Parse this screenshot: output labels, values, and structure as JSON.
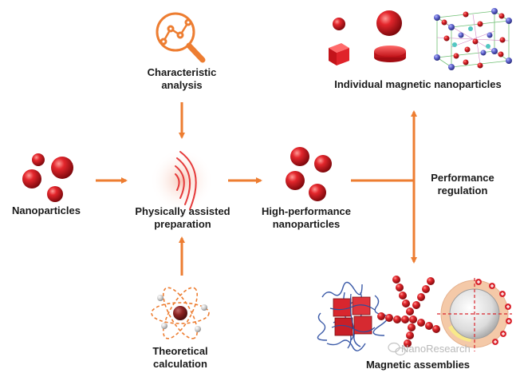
{
  "colors": {
    "arrow": "#ed7d31",
    "particle": "#d9161e",
    "particle_dark": "#8c0a0e",
    "chain": "#3b5aa8",
    "cube": "#d9262e",
    "shell": "#f4c9a8",
    "shell_inner": "#f8e98a"
  },
  "labels": {
    "nanoparticles": "Nanoparticles",
    "characteristic_line1": "Characteristic",
    "characteristic_line2": "analysis",
    "physical_line1": "Physically assisted",
    "physical_line2": "preparation",
    "theoretical_line1": "Theoretical",
    "theoretical_line2": "calculation",
    "highperf_line1": "High-performance",
    "highperf_line2": "nanoparticles",
    "performance_line1": "Performance",
    "performance_line2": "regulation",
    "individual": "Individual magnetic nanoparticles",
    "assemblies": "Magnetic assemblies"
  },
  "watermark": "NanoResearch",
  "icons": {
    "analysis": "magnifier-chart-icon",
    "wave": "signal-wave-icon",
    "atom": "atom-icon",
    "wechat": "wechat-icon"
  }
}
